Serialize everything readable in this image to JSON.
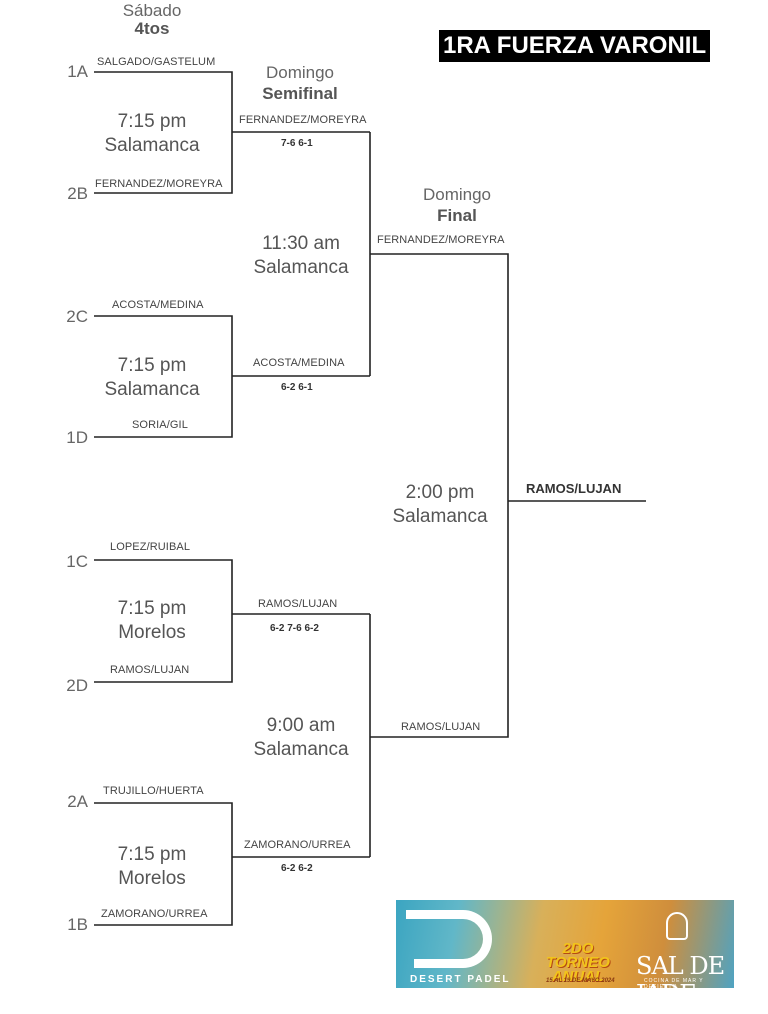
{
  "title": "1RA FUERZA VARONIL",
  "columns": {
    "round1": {
      "day": "Sábado",
      "round": "4tos"
    },
    "semis": {
      "day": "Domingo",
      "round": "Semifinal"
    },
    "final": {
      "day": "Domingo",
      "round": "Final"
    }
  },
  "round1": [
    {
      "seed": "1A",
      "team": "SALGADO/GASTELUM"
    },
    {
      "seed": "2B",
      "team": "FERNANDEZ/MOREYRA"
    },
    {
      "seed": "2C",
      "team": "ACOSTA/MEDINA"
    },
    {
      "seed": "1D",
      "team": "SORIA/GIL"
    },
    {
      "seed": "1C",
      "team": "LOPEZ/RUIBAL"
    },
    {
      "seed": "2D",
      "team": "RAMOS/LUJAN"
    },
    {
      "seed": "2A",
      "team": "TRUJILLO/HUERTA"
    },
    {
      "seed": "1B",
      "team": "ZAMORANO/URREA"
    }
  ],
  "round1_times": [
    {
      "time": "7:15 pm",
      "venue": "Salamanca"
    },
    {
      "time": "7:15 pm",
      "venue": "Salamanca"
    },
    {
      "time": "7:15 pm",
      "venue": "Morelos"
    },
    {
      "time": "7:15 pm",
      "venue": "Morelos"
    }
  ],
  "semis": [
    {
      "team": "FERNANDEZ/MOREYRA",
      "score": "7-6 6-1"
    },
    {
      "team": "ACOSTA/MEDINA",
      "score": "6-2 6-1"
    },
    {
      "team": "RAMOS/LUJAN",
      "score": "6-2 7-6 6-2"
    },
    {
      "team": "ZAMORANO/URREA",
      "score": "6-2 6-2"
    }
  ],
  "semis_times": [
    {
      "time": "11:30 am",
      "venue": "Salamanca"
    },
    {
      "time": "9:00 am",
      "venue": "Salamanca"
    }
  ],
  "final": [
    {
      "team": "FERNANDEZ/MOREYRA"
    },
    {
      "team": "RAMOS/LUJAN"
    }
  ],
  "final_time": {
    "time": "2:00 pm",
    "venue": "Salamanca"
  },
  "champion": "RAMOS/LUJAN",
  "sponsor": {
    "left": "DESERT PADEL",
    "middle_line1": "2DO",
    "middle_line2": "TORNEO",
    "middle_line3": "ANUAL",
    "middle_dates": "15 AL 19 DE MAYO 2024",
    "right": "SAL DE JADE",
    "right_tag": "COCINA DE MAR Y DESIERTO"
  }
}
